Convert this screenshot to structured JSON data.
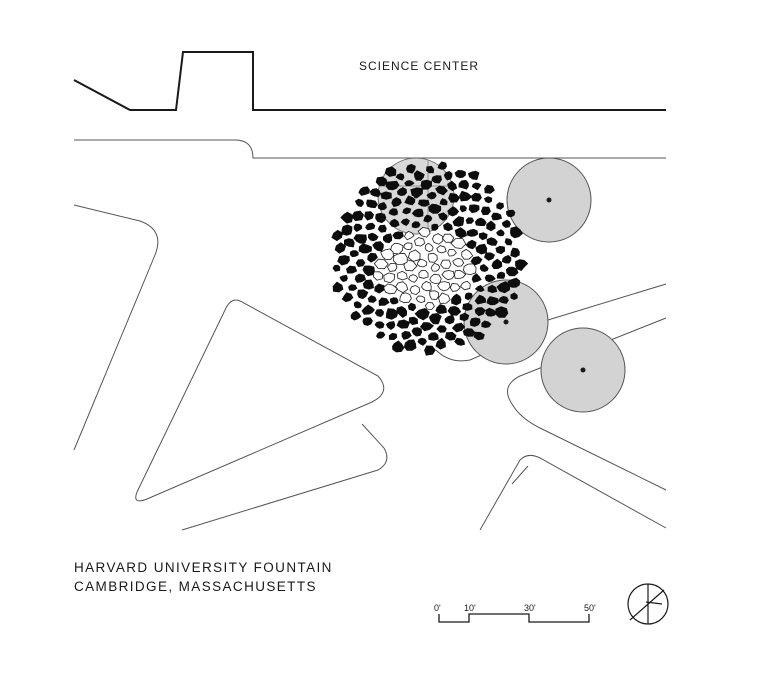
{
  "labels": {
    "building": "SCIENCE CENTER",
    "title_line1": "HARVARD UNIVERSITY FOUNTAIN",
    "title_line2": "CAMBRIDGE, MASSACHUSETTS"
  },
  "scale_bar": {
    "ticks": [
      "0'",
      "10'",
      "30'",
      "50'"
    ]
  },
  "colors": {
    "ink": "#1a1a1a",
    "tree_fill": "#d3d3d3",
    "stone_fill": "#0d0d0d"
  },
  "icons": {
    "north_arrow": "north-arrow-icon"
  }
}
